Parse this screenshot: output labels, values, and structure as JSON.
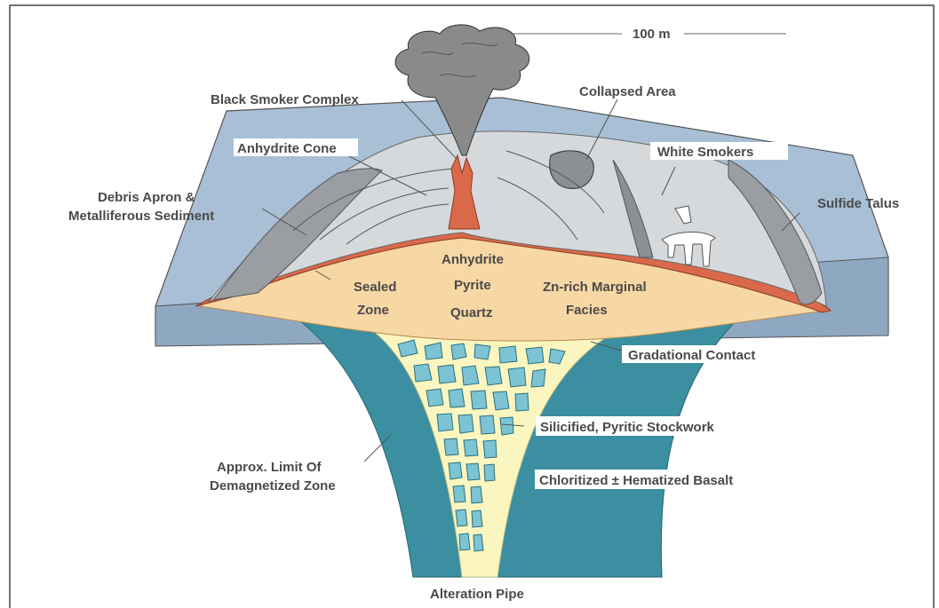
{
  "scale_bar": {
    "label": "100 m"
  },
  "labels": {
    "black_smoker_complex": "Black Smoker Complex",
    "collapsed_area": "Collapsed Area",
    "anhydrite_cone": "Anhydrite Cone",
    "white_smokers": "White Smokers",
    "debris_apron_1": "Debris Apron &",
    "debris_apron_2": "Metalliferous Sediment",
    "sulfide_talus": "Sulfide Talus",
    "anhydrite": "Anhydrite",
    "pyrite": "Pyrite",
    "quartz": "Quartz",
    "sealed_zone_1": "Sealed",
    "sealed_zone_2": "Zone",
    "zn_facies_1": "Zn-rich Marginal",
    "zn_facies_2": "Facies",
    "gradational_contact": "Gradational Contact",
    "stockwork": "Silicified, Pyritic Stockwork",
    "approx_limit_1": "Approx. Limit Of",
    "approx_limit_2": "Demagnetized Zone",
    "chloritized_basalt": "Chloritized ± Hematized Basalt",
    "alteration_pipe": "Alteration Pipe"
  },
  "colors": {
    "seafloor": "#a9bfd6",
    "mound_surface": "#d6d9dc",
    "sulfide_red": "#d9694a",
    "mound_core": "#f7d7a4",
    "basalt_teal": "#3b8fa0",
    "stockwork_fill": "#fbf6bf",
    "clast_blue": "#7cc4d4"
  }
}
